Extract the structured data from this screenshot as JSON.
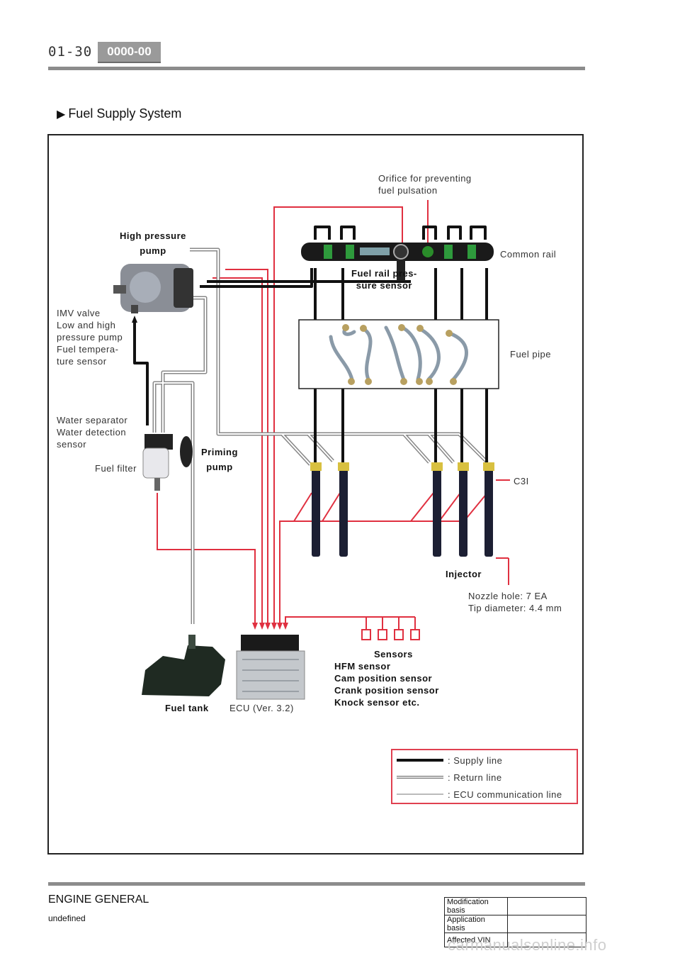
{
  "header": {
    "page_number": "01-30",
    "code": "0000-00"
  },
  "section": {
    "marker": "▶",
    "title": "Fuel Supply System"
  },
  "labels": {
    "orifice": [
      "Orifice for preventing",
      "fuel pulsation"
    ],
    "high_pressure_pump": [
      "High pressure",
      "pump"
    ],
    "common_rail": "Common rail",
    "rail_sensor": [
      "Fuel rail pres-",
      "sure sensor"
    ],
    "imv": [
      "IMV valve",
      "Low and high",
      "pressure pump",
      "Fuel tempera-",
      "ture sensor"
    ],
    "fuel_pipe": "Fuel pipe",
    "water_sep": [
      "Water separator",
      "Water detection",
      "sensor"
    ],
    "priming_pump": [
      "Priming",
      "pump"
    ],
    "fuel_filter": "Fuel filter",
    "c3i": "C3I",
    "injector": "Injector",
    "nozzle": [
      "Nozzle hole: 7 EA",
      "Tip diameter: 4.4 mm"
    ],
    "sensors": [
      "Sensors",
      "HFM sensor",
      "Cam position sensor",
      "Crank position sensor",
      "Knock sensor etc."
    ],
    "fuel_tank": "Fuel tank",
    "ecu": "ECU (Ver. 3.2)"
  },
  "legend": {
    "supply": ": Supply line",
    "return": ": Return line",
    "ecu_comm": ": ECU communication line"
  },
  "colors": {
    "supply": "#111111",
    "return": "#888888",
    "ecu": "#e03040",
    "frame": "#222222"
  },
  "footer": {
    "chapter": "ENGINE GENERAL",
    "undefined_text": "undefined",
    "table": [
      {
        "key": "Modification basis",
        "value": ""
      },
      {
        "key": "Application basis",
        "value": ""
      },
      {
        "key": "Affected VIN",
        "value": ""
      }
    ],
    "watermark": "carmanualsonline.info"
  }
}
